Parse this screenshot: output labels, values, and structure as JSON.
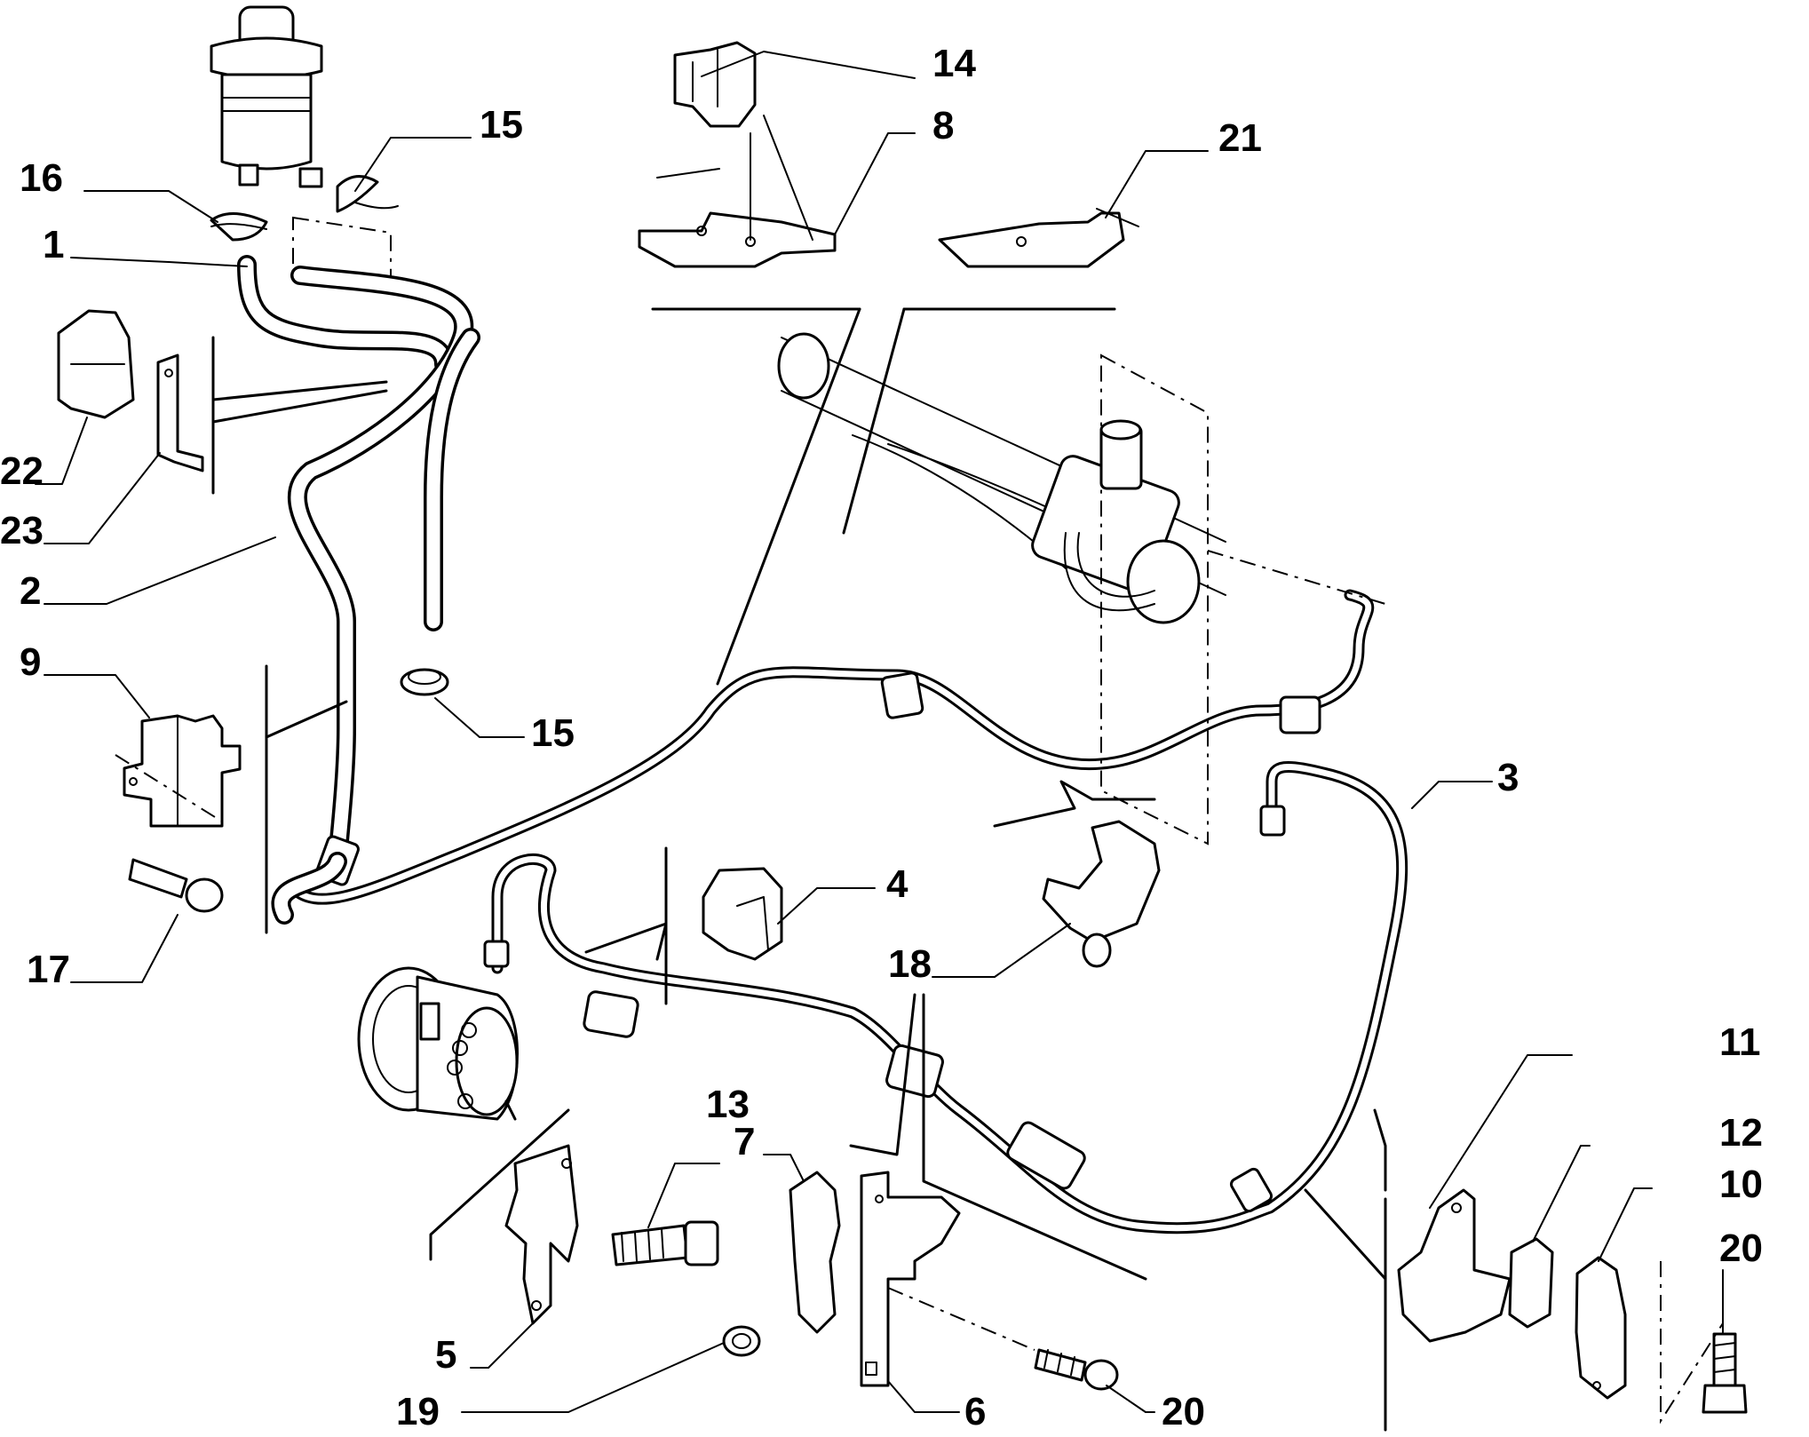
{
  "callouts": [
    {
      "id": "c1",
      "text": "1"
    },
    {
      "id": "c2",
      "text": "2"
    },
    {
      "id": "c3",
      "text": "3"
    },
    {
      "id": "c4",
      "text": "4"
    },
    {
      "id": "c5",
      "text": "5"
    },
    {
      "id": "c6",
      "text": "6"
    },
    {
      "id": "c7",
      "text": "7"
    },
    {
      "id": "c8",
      "text": "8"
    },
    {
      "id": "c9",
      "text": "9"
    },
    {
      "id": "c10",
      "text": "10"
    },
    {
      "id": "c11",
      "text": "11"
    },
    {
      "id": "c12",
      "text": "12"
    },
    {
      "id": "c13",
      "text": "13"
    },
    {
      "id": "c14",
      "text": "14"
    },
    {
      "id": "c15a",
      "text": "15"
    },
    {
      "id": "c15b",
      "text": "15"
    },
    {
      "id": "c16",
      "text": "16"
    },
    {
      "id": "c17",
      "text": "17"
    },
    {
      "id": "c18",
      "text": "18"
    },
    {
      "id": "c19",
      "text": "19"
    },
    {
      "id": "c20a",
      "text": "20"
    },
    {
      "id": "c20b",
      "text": "20"
    },
    {
      "id": "c21",
      "text": "21"
    },
    {
      "id": "c22",
      "text": "22"
    },
    {
      "id": "c23",
      "text": "23"
    }
  ]
}
